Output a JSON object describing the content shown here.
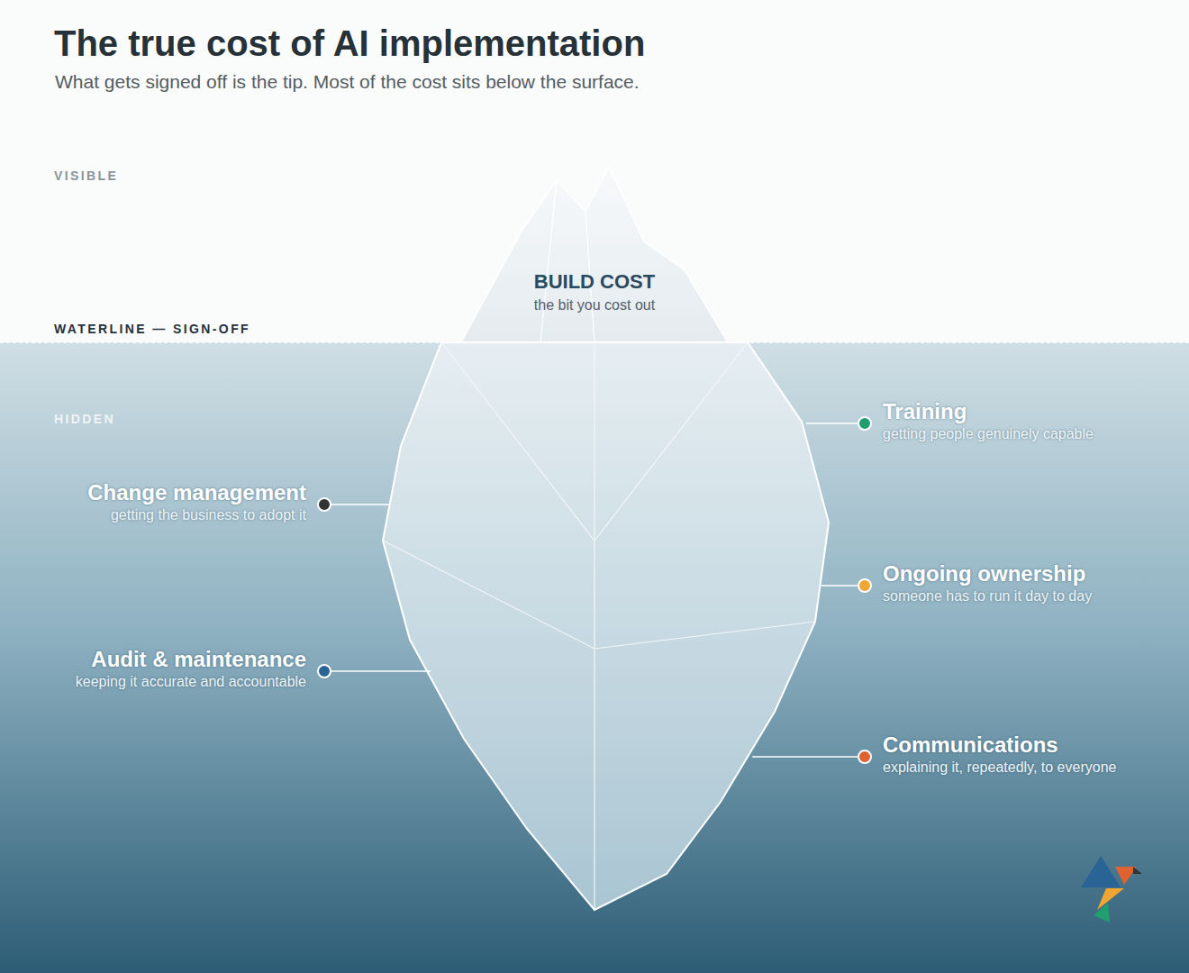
{
  "diagram": {
    "title": "The true cost of AI implementation",
    "caption": "What gets signed off is the tip. Most of the cost sits below the surface.",
    "nodes": [
      {
        "text": [
          "BUILD COST",
          "the bit you cost out"
        ]
      },
      {
        "text": [
          "Training",
          "getting people genuinely capable"
        ]
      },
      {
        "text": [
          "Change management",
          "getting the business to adopt it"
        ]
      },
      {
        "text": [
          "Ongoing ownership",
          "someone has to run it day to day"
        ]
      },
      {
        "text": [
          "Audit & maintenance",
          "keeping it accurate and accountable"
        ]
      },
      {
        "text": [
          "Communications",
          "explaining it, repeatedly, to everyone"
        ]
      }
    ],
    "labels": [
      "VISIBLE",
      "WATERLINE — SIGN-OFF",
      "HIDDEN"
    ]
  }
}
